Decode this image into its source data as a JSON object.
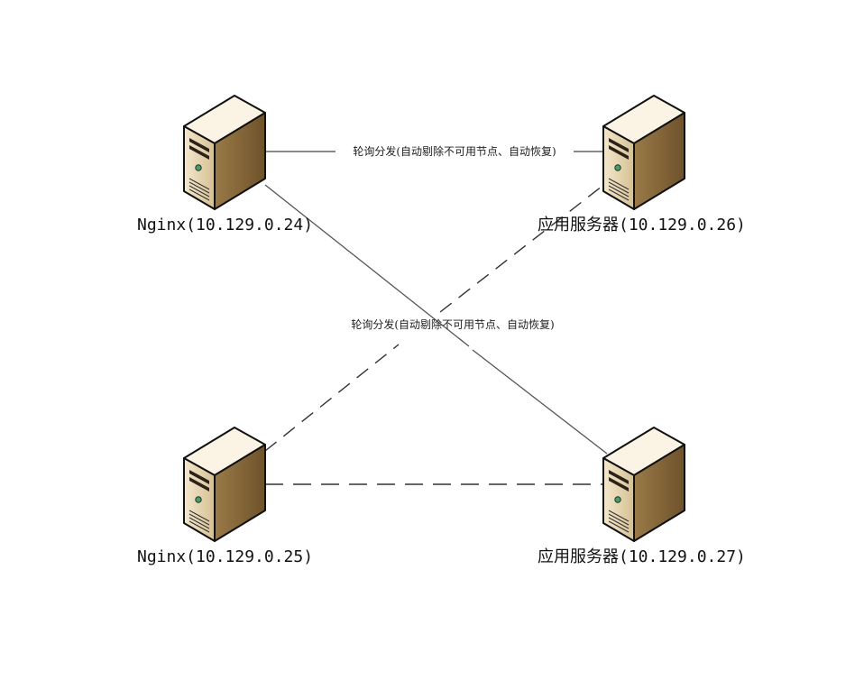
{
  "diagram": {
    "servers": {
      "nginx_1": {
        "label": "Nginx(10.129.0.24)"
      },
      "app_1": {
        "label": "应用服务器(10.129.0.26)"
      },
      "nginx_2": {
        "label": "Nginx(10.129.0.25)"
      },
      "app_2": {
        "label": "应用服务器(10.129.0.27)"
      }
    },
    "edges": {
      "active_top_label": "轮询分发(自动剔除不可用节点、自动恢复)",
      "active_cross_label": "轮询分发(自动剔除不可用节点、自动恢复)"
    },
    "colors": {
      "server_front": "#ecdcb8",
      "server_side": "#8a6a38",
      "server_top": "#fbf4e4",
      "outline": "#111111",
      "solid_line": "#444444",
      "dashed_line": "#333333",
      "led": "#4a9a70"
    },
    "icons": [
      "server-icon"
    ]
  }
}
